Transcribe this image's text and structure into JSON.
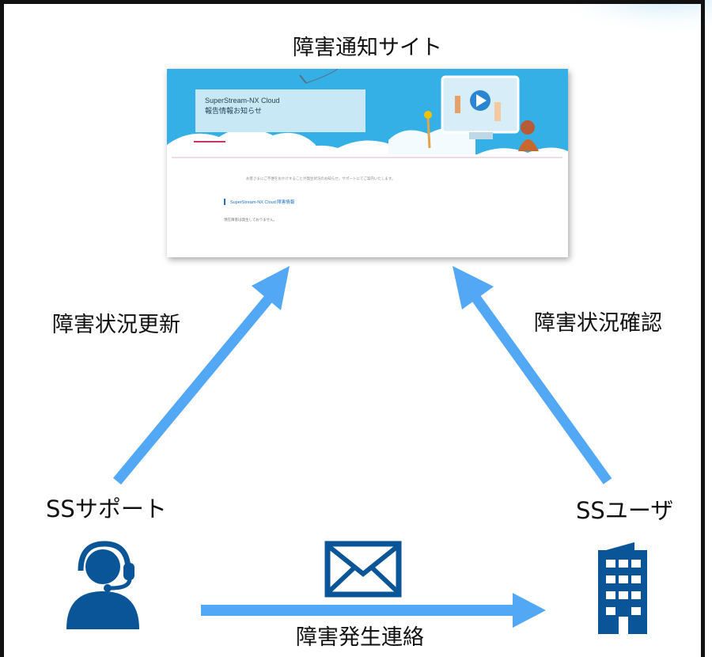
{
  "labels": {
    "site": "障害通知サイト",
    "update": "障害状況更新",
    "confirm": "障害状況確認",
    "support": "SSサポート",
    "user": "SSユーザ",
    "contact": "障害発生連絡"
  },
  "screenshot": {
    "title_line1": "SuperStream-NX Cloud",
    "title_line2": "報告情報お知らせ",
    "notice": "お客さまにご不便をおかけすることが発生状況のお知らせ。サポートにてご案内いたします。",
    "link": "SuperStream-NX Cloud 障害情報",
    "note": "現在障害は発生しておりません。"
  },
  "colors": {
    "arrow": "#52a8f5",
    "icon": "#0a5597",
    "sky": "#34b0e6"
  },
  "icons": [
    "support-person-icon",
    "mail-icon",
    "building-icon"
  ]
}
